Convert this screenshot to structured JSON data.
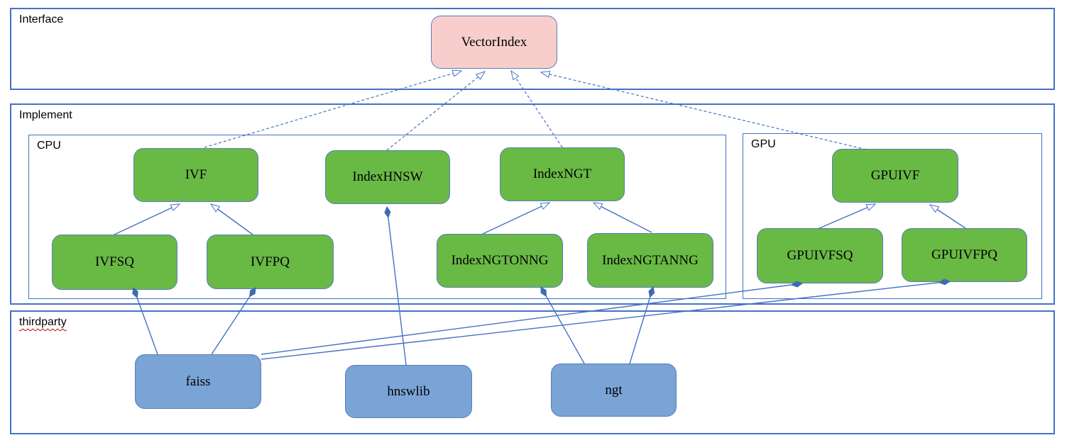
{
  "sections": {
    "interface": {
      "label": "Interface"
    },
    "implement": {
      "label": "Implement"
    },
    "cpu": {
      "label": "CPU"
    },
    "gpu": {
      "label": "GPU"
    },
    "thirdparty": {
      "label": "thirdparty"
    }
  },
  "nodes": {
    "vectorindex": {
      "label": "VectorIndex"
    },
    "ivf": {
      "label": "IVF"
    },
    "indexhnsw": {
      "label": "IndexHNSW"
    },
    "indexngt": {
      "label": "IndexNGT"
    },
    "ivfsq": {
      "label": "IVFSQ"
    },
    "ivfpq": {
      "label": "IVFPQ"
    },
    "indexngtonng": {
      "label": "IndexNGTONNG"
    },
    "indexngtanng": {
      "label": "IndexNGTANNG"
    },
    "gpuivf": {
      "label": "GPUIVF"
    },
    "gpuivfsq": {
      "label": "GPUIVFSQ"
    },
    "gpuivfpq": {
      "label": "GPUIVFPQ"
    },
    "faiss": {
      "label": "faiss"
    },
    "hnswlib": {
      "label": "hnswlib"
    },
    "ngt": {
      "label": "ngt"
    }
  },
  "edges": [
    {
      "from": "IVF",
      "to": "VectorIndex",
      "relation": "realization",
      "style": "dashed-hollow-arrow"
    },
    {
      "from": "IndexHNSW",
      "to": "VectorIndex",
      "relation": "realization",
      "style": "dashed-hollow-arrow"
    },
    {
      "from": "IndexNGT",
      "to": "VectorIndex",
      "relation": "realization",
      "style": "dashed-hollow-arrow"
    },
    {
      "from": "GPUIVF",
      "to": "VectorIndex",
      "relation": "realization",
      "style": "dashed-hollow-arrow"
    },
    {
      "from": "IVFSQ",
      "to": "IVF",
      "relation": "generalization",
      "style": "solid-hollow-arrow"
    },
    {
      "from": "IVFPQ",
      "to": "IVF",
      "relation": "generalization",
      "style": "solid-hollow-arrow"
    },
    {
      "from": "IndexNGTONNG",
      "to": "IndexNGT",
      "relation": "generalization",
      "style": "solid-hollow-arrow"
    },
    {
      "from": "IndexNGTANNG",
      "to": "IndexNGT",
      "relation": "generalization",
      "style": "solid-hollow-arrow"
    },
    {
      "from": "GPUIVFSQ",
      "to": "GPUIVF",
      "relation": "generalization",
      "style": "solid-hollow-arrow"
    },
    {
      "from": "GPUIVFPQ",
      "to": "GPUIVF",
      "relation": "generalization",
      "style": "solid-hollow-arrow"
    },
    {
      "from": "faiss",
      "to": "IVFSQ",
      "relation": "composition",
      "style": "solid-filled-diamond"
    },
    {
      "from": "faiss",
      "to": "IVFPQ",
      "relation": "composition",
      "style": "solid-filled-diamond"
    },
    {
      "from": "faiss",
      "to": "GPUIVFSQ",
      "relation": "composition",
      "style": "solid-filled-diamond"
    },
    {
      "from": "faiss",
      "to": "GPUIVFPQ",
      "relation": "composition",
      "style": "solid-filled-diamond"
    },
    {
      "from": "hnswlib",
      "to": "IndexHNSW",
      "relation": "composition",
      "style": "solid-filled-diamond"
    },
    {
      "from": "ngt",
      "to": "IndexNGTONNG",
      "relation": "composition",
      "style": "solid-filled-diamond"
    },
    {
      "from": "ngt",
      "to": "IndexNGTANNG",
      "relation": "composition",
      "style": "solid-filled-diamond"
    }
  ],
  "colors": {
    "interface_node_fill": "#f8cecc",
    "impl_node_fill": "#69b945",
    "thirdparty_node_fill": "#7aa3d6",
    "node_border": "#5b7cbb",
    "section_border": "#4472c4",
    "connector": "#4472c4",
    "spellcheck_underline": "#cc0000"
  }
}
